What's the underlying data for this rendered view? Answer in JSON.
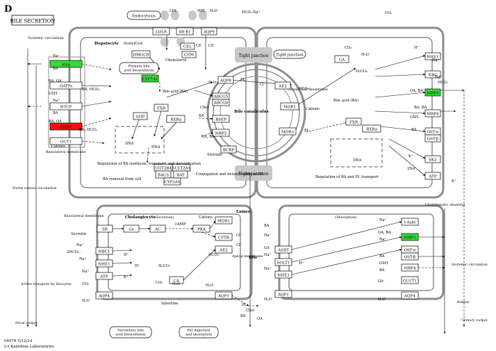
{
  "header": {
    "panel_letter": "D",
    "title": "BILE SECRETION"
  },
  "footer": {
    "map_id": "04976 5/12/14",
    "credit": "(c) Kanehisa Laboratories"
  },
  "colors": {
    "highlight_green": "#33dd33",
    "highlight_red": "#ee1111",
    "membrane_gray": "#8c8c8c",
    "junction_gray": "#c8c8c8"
  },
  "compartments": {
    "hepatocyte": "Hepatocyte",
    "bile_canaliculus": "Bile canaliculus",
    "canalicular_membrane": "Canalicular membrane",
    "basolateral_membrane": "Basolateral membrane",
    "tight_junction_top": "Tight junction",
    "tight_junction_label": "Tight junction",
    "tight_junction_bottom": "Tight junction",
    "systemic_circulation_top": "Systemic circulation",
    "portal_venous": "Portal venous circulation",
    "active_transport": "Active transport by ileocytes",
    "fecal_output": "Fecal output",
    "cholangiocyte": "Cholangiocyte",
    "secretion": "(Secretion)",
    "cholangiocyte_basolateral": "Basolateral membrane",
    "lumen": "Lumen",
    "apical_membrane": "Apical membrane",
    "bile": "Bile",
    "intestine": "Intestine",
    "absorption": "(Absorption)",
    "cholehepatic": "Cholehepatic shunting",
    "systemic_circulation_right": "Systemic circulation",
    "kidney": "Kidney",
    "urinary_output": "Urinary output"
  },
  "rounded_boxes": {
    "endocytosis": "Endocytosis",
    "tight_junction_right": "Tight junction",
    "primary_synthesis": "Primary bile acid biosynthesis",
    "secondary_synthesis": "Secondary bile acid biosynthesis",
    "fat_digestion": "Fat digestion and absorption"
  },
  "genes": {
    "ldlr": "LDLR",
    "srb1": "SR-B1",
    "aqp9": "AQP9",
    "hmgcr": "HMGCR",
    "cyp7a1": "CYP7A1",
    "cel": "CEL",
    "cem": "CEM",
    "ntcp_top": "ntcp",
    "oatps": "OATPs",
    "ntcp": "NTCP",
    "oatp2": "OATP",
    "oct1": "OCT1",
    "shp": "SHP",
    "fxr": "FXR",
    "rxra": "RXRa",
    "aqp8": "AQP8",
    "abcg5": "ABCG5",
    "abcg8": "ABCG8",
    "bsep": "BSEP",
    "mrp2": "MRP2",
    "bcrp": "BCRP",
    "ugt2b4": "UGT2B4",
    "sult2a1": "SULT2A1",
    "baca": "BACS",
    "bat": "BAT",
    "cyp3a4": "CYP3A4",
    "ae2": "AE2",
    "mdr1": "MDR1",
    "mdr3": "MDR3",
    "ca_top": "CA",
    "nhe1": "NHE1",
    "nbc": "NBC",
    "mrp3": "MRP3",
    "mrp4": "MRP4",
    "ostab": "OST-α",
    "ostb": "OST-β",
    "sk2": "SK2",
    "atp": "ATP",
    "fxr_r": "FXR",
    "rxra_r": "RXRa",
    "sr": "SR",
    "gs": "Gs",
    "ac": "AC",
    "pka": "PKA",
    "mdr1_c": "MDR1",
    "cftr": "CFTR",
    "ae2_c": "AE2",
    "nbc1": "NBC1",
    "nhe1_c": "NHE1",
    "atp_c": "ATP",
    "ca_c": "CA",
    "aqp4": "AQP4",
    "aqp1": "AQP1",
    "asbt": "ASBT",
    "solt1": "SOLT1",
    "nhe3": "NHE3",
    "aqp1_i": "AQP1",
    "tasbt": "t-Asbt",
    "mrp3_i": "MRP3",
    "osta_i": "OST-α",
    "ostb_i": "OST-β",
    "mrp4_i": "MRP4",
    "glut1": "GLUT1",
    "aqp4_i": "AQP4"
  },
  "labels": {
    "ldl": "LDL",
    "hdl": "HDL",
    "h2o_top": "H₂O",
    "hco3_top": "HCO₃",
    "na_top": "Na⁺",
    "co2_top": "CO₂",
    "co2_2": "CO₂",
    "h2co3": "H₂CO₃",
    "h2o_r": "H₂O",
    "h_r": "H⁺",
    "na_r": "Na⁺",
    "na_r2": "Na⁺",
    "hco3_r": "HCO₃",
    "acetylcoa": "AcetylCoA",
    "cholesterol": "Cholesterol",
    "ce1": "CE",
    "ce2": "CE",
    "bile_acid_h": "Bile acid (BA)",
    "na_1": "Na⁺",
    "ba_1": "BA",
    "ba_oa": "BA, OA",
    "ba_hco3": "BA, HCO₃",
    "gsh": "GSH",
    "na_2": "Na⁺",
    "ba_2": "BA",
    "ba_oa_2": "BA, OA",
    "ba_hco3_2": "BA, HCO₃",
    "cations_l": "Cations",
    "dna": "DNA",
    "dna2": "DNA",
    "reg_h": "Regulation of BA synthesis, transport, and detoxification",
    "ba_removal": "BA removal from cell",
    "conj": "Conjugation and detoxification of BA",
    "chol_l": "Chol",
    "pl": "PL",
    "ba_c": "BA",
    "oa_ba": "OA, BA",
    "steroids": "Steroids",
    "h2o_c": "H₂O",
    "cl_c": "Cl⁻",
    "hco3_c": "HCO₃⁻",
    "cations_r": "Cations",
    "pl_r": "PL",
    "ba_oa_r": "OA, BA",
    "ba_r": "BA, BA",
    "gsh_r": "GSH",
    "ba_r3": "BA",
    "k_r": "K⁺",
    "na2_r": "2Na⁺",
    "k_r2": "K⁺",
    "bile_acid_r": "Bile acid (BA)",
    "dna_r": "DNA",
    "reg_r": "Regulation of BA and PL transport",
    "secretin": "Secretin",
    "camp": "cAMP",
    "cations_c2": "Cations",
    "cl_c2": "Cl⁻",
    "cl_c3": "Cl⁻",
    "hco3_c2": "HCO₃⁻",
    "na_c": "Na⁺",
    "hco3_2": "2HCO₃⁻",
    "na_c2": "Na⁺",
    "h_c": "H⁺",
    "h2co3_c": "H₂CO₃",
    "co2_c": "CO₂",
    "h2o_c2": "H₂O",
    "h_c2": "H⁺",
    "na_c3": "Na⁺",
    "k_c": "K⁺",
    "co2_c2": "CO₂",
    "h2o_c3": "H₂O",
    "h2o_c4": "H₂O",
    "pl_b": "PL",
    "chol_b": "Chol",
    "ba_b": "BA",
    "oa_b": "OA",
    "ba_i": "BA",
    "na_i": "Na⁺",
    "glc_i": "Glc",
    "na_i2": "Na⁺",
    "na_i3": "Na⁺",
    "h_i": "H⁺",
    "h2o_i": "H₂O",
    "na_i4": "Na⁺",
    "na_i5": "Na⁺",
    "ba_i2": "OA, BA",
    "ba_i3": "BA",
    "gsh_i": "GSH",
    "ba_i4": "BA",
    "glc_i2": "Glc",
    "h2o_i2": "H₂O"
  }
}
